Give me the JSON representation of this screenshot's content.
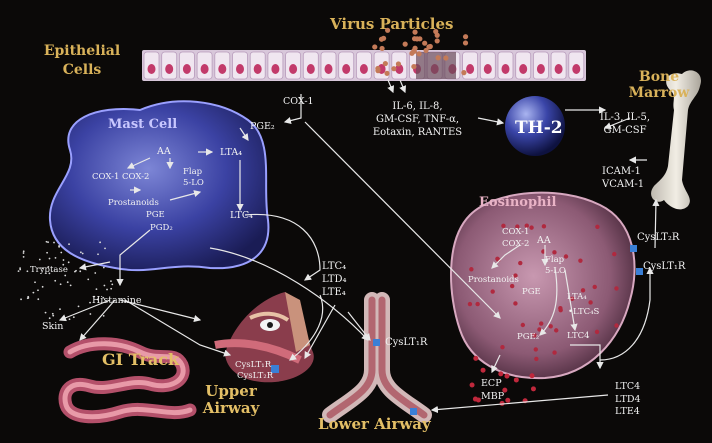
{
  "labels": {
    "virus_particles": "Virus Particles",
    "epithelial_cells": [
      "Epithelial",
      "Cells"
    ],
    "bone_marrow": [
      "Bone",
      "Marrow"
    ],
    "cox1_top": "COX-1",
    "pge2_top": "PGE₂",
    "cytokines": [
      "IL-6, IL-8,",
      "GM-CSF, TNF-α,",
      "Eotaxin, RANTES"
    ],
    "th2": "TH-2",
    "bm_cytokines": [
      "IL-3, IL-5,",
      "GM-CSF"
    ],
    "adhesion": [
      "ICAM-1",
      "VCAM-1"
    ],
    "mast_cell": "Mast Cell",
    "mast_aa": "AA",
    "mast_lta": "LTA₄",
    "mast_cox": "COX-1 COX-2",
    "mast_flap": [
      "Flap",
      "5-LO"
    ],
    "mast_prostanoids": "Prostanoids",
    "mast_pge": "PGE",
    "mast_pgd": "PGD₂",
    "mast_ltc": "LTC₄",
    "tryptase": "Tryptase",
    "histamine": "Histamine",
    "skin": "Skin",
    "gi_track": "GI Track",
    "lt_mid": [
      "LTC₄",
      "LTD₄",
      "LTE₄"
    ],
    "cyslt1r_mid": "CysLT₁R",
    "upper_receptors": [
      "CysLT₁R",
      "CysLT₂R"
    ],
    "upper_airway": [
      "Upper",
      "Airway"
    ],
    "lower_airway": "Lower Airway",
    "eosinophil": "Eosinophil",
    "eos_cox": [
      "COX-1",
      "COX-2"
    ],
    "eos_aa": "AA",
    "eos_flap": [
      "Flap",
      "5-LO"
    ],
    "eos_prostanoids": "Prostanoids",
    "eos_pge": "PGE",
    "eos_lta": "LTA₄",
    "eos_ltcs": "LTC₄S",
    "eos_pge2": "PGE₂",
    "eos_ltc4": "LTC4",
    "eos_cyslt2r": "CysLT₂R",
    "eos_cyslt1r": "CysLT₁R",
    "ecp_mbp": [
      "ECP",
      "MBP"
    ],
    "lt_right": [
      "LTC4",
      "LTD4",
      "LTE4"
    ]
  },
  "colors": {
    "background": "#0b0908",
    "label_gold": "#d9b25a",
    "mast_cell_fill": "#3a3f9e",
    "eosinophil_fill": "#b07d96",
    "epithelium_fill": "#d8c7da",
    "arrow": "#e8e8e8"
  }
}
